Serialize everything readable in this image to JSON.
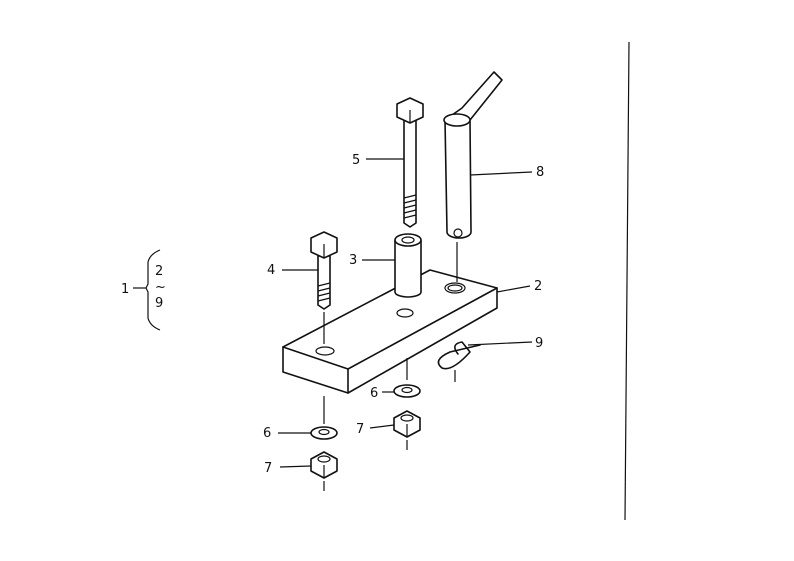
{
  "diagram": {
    "callouts": {
      "assembly": "1",
      "range_start": "2",
      "range_sep": "~",
      "range_end": "9",
      "plate": "2",
      "spacer": "3",
      "bolt_short": "4",
      "bolt_long": "5",
      "washer_left": "6",
      "washer_right": "6",
      "nut_left": "7",
      "nut_right": "7",
      "pin": "8",
      "clip": "9"
    }
  }
}
